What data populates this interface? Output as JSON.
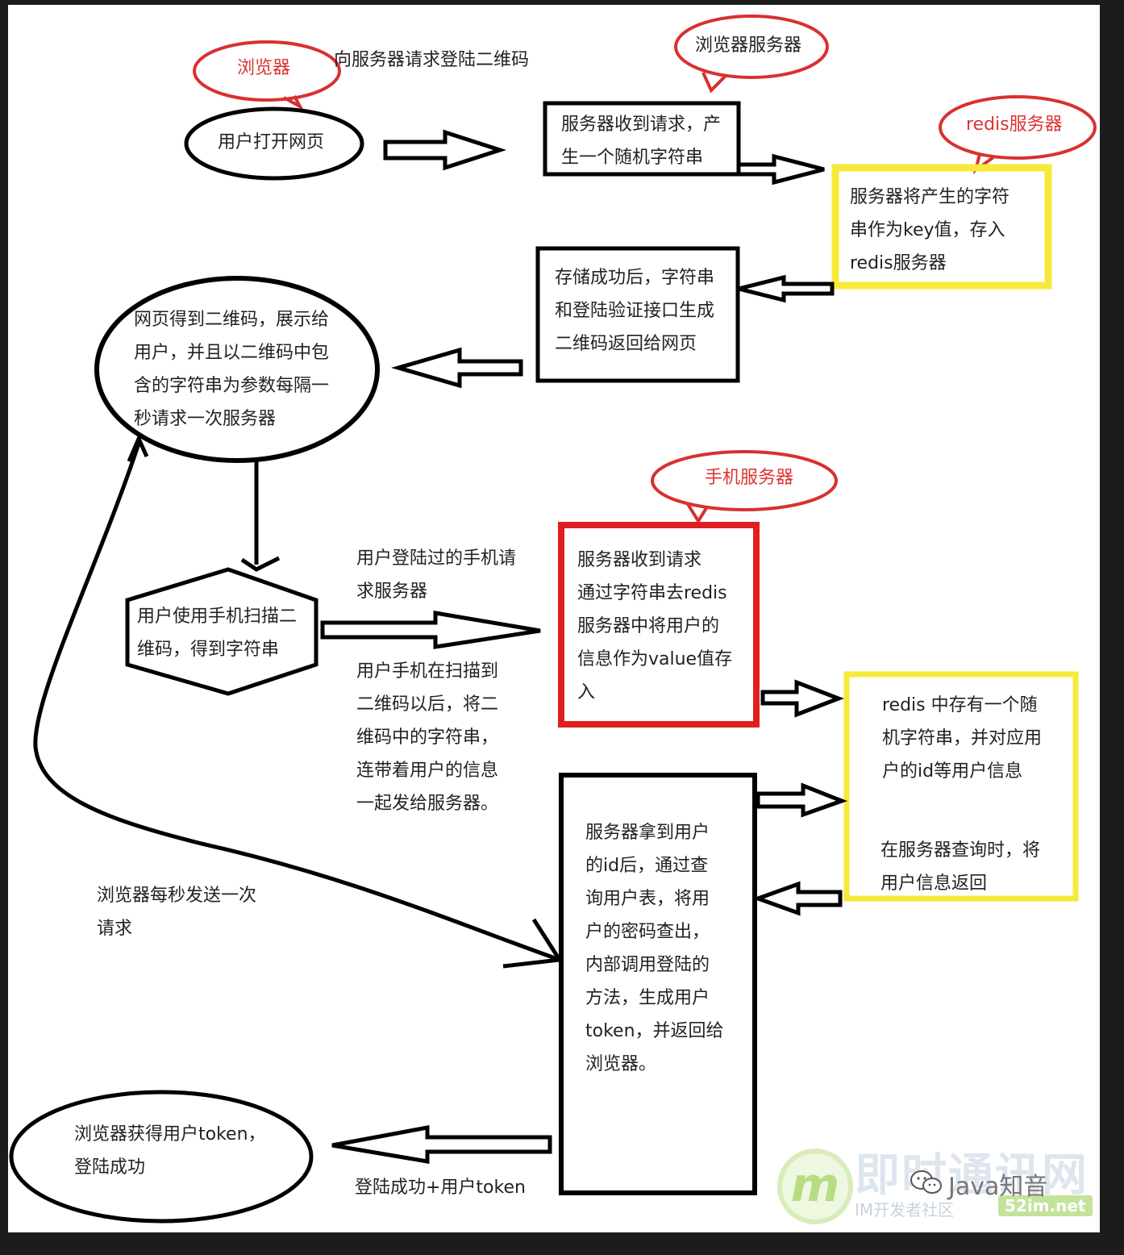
{
  "colors": {
    "stroke": "#000000",
    "red_box": "#e02020",
    "yellow_box": "#f7e93a",
    "bubble": "#d93030",
    "watermark": "#b8dc84"
  },
  "bubbles": {
    "browser": "浏览器",
    "browser_server": "浏览器服务器",
    "redis_server": "redis服务器",
    "phone_server": "手机服务器"
  },
  "nodes": {
    "open_page": "用户打开网页",
    "server_receive": "服务器收到请求，产\n生一个随机字符串",
    "redis_store": "服务器将产生的字符\n串作为key值，存入\nredis服务器",
    "store_success": "存储成功后，字符串\n和登陆验证接口生成\n二维码返回给网页",
    "page_gets_qr": "网页得到二维码，展示给\n用户，并且以二维码中包\n含的字符串为参数每隔一\n秒请求一次服务器",
    "scan_qr": "用户使用手机扫描二\n维码，得到字符串",
    "phone_server_box": "服务器收到请求\n通过字符串去redis\n服务器中将用户的\n信息作为value值存\n入",
    "redis_holds": "redis 中存有一个随\n机字符串，并对应用\n户的id等用户信息",
    "redis_return": "在服务器查询时，将\n用户信息返回",
    "server_login": "服务器拿到用户\n的id后，通过查\n询用户表，将用\n户的密码查出，\n内部调用登陆的\n方法，生成用户\ntoken，并返回给\n浏览器。",
    "browser_token": "浏览器获得用户token，\n登陆成功"
  },
  "labels": {
    "request_qr": "向服务器请求登陆二维码",
    "phone_request": "用户登陆过的手机请\n求服务器",
    "phone_send": "用户手机在扫描到\n二维码以后，将二\n维码中的字符串，\n连带着用户的信息\n一起发给服务器。",
    "poll": "浏览器每秒发送一次\n请求",
    "login_success": "登陆成功+用户token"
  },
  "watermark": {
    "logo_letter": "m",
    "site_name": "即时通讯网",
    "sub": "IM开发者社区",
    "domain": "52im.net",
    "wechat": "Java知音"
  }
}
